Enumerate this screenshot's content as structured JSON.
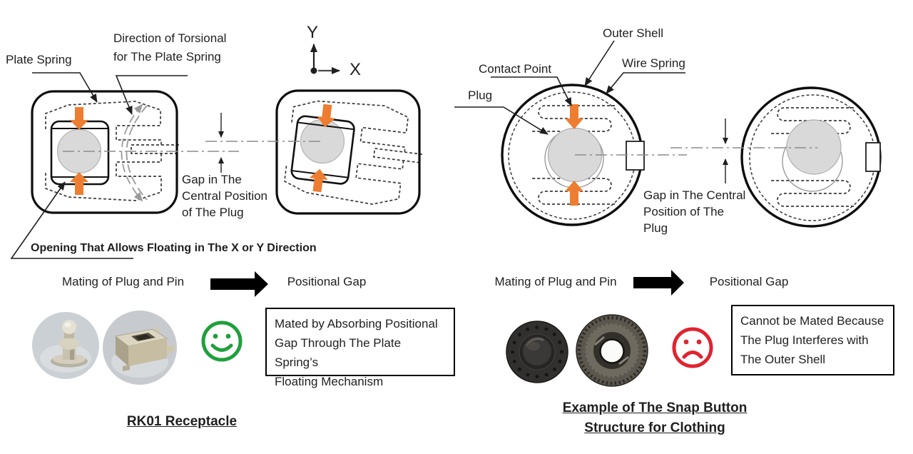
{
  "left_panel": {
    "labels": {
      "plate_spring": "Plate Spring",
      "torsional_direction": "Direction of Torsional\nfor The Plate Spring",
      "gap": "Gap in The\nCentral Position\nof The Plug",
      "opening": "Opening That Allows Floating in The X or Y Direction"
    },
    "axis": {
      "x": "X",
      "y": "Y"
    },
    "flow": {
      "mating": "Mating of Plug and Pin",
      "result": "Positional Gap"
    },
    "verdict": {
      "icon": "happy-smiley",
      "color": "#1FA03C",
      "text": "Mated by Absorbing  Positional\nGap Through The Plate Spring’s\nFloating Mechanism"
    },
    "title": "RK01 Receptacle"
  },
  "right_panel": {
    "labels": {
      "outer_shell": "Outer Shell",
      "wire_spring": "Wire Spring",
      "contact_point": "Contact Point",
      "plug": "Plug",
      "gap": "Gap in The Central\nPosition of The\nPlug"
    },
    "flow": {
      "mating": "Mating of Plug and Pin",
      "result": "Positional Gap"
    },
    "verdict": {
      "icon": "sad-face",
      "color": "#E02330",
      "text": "Cannot be Mated Because\nThe Plug Interferes with\nThe Outer Shell"
    },
    "title": "Example of The Snap Button\nStructure for Clothing"
  },
  "colors": {
    "accent_orange": "#ED7D31",
    "success_green": "#1FA03C",
    "error_red": "#E02330"
  }
}
